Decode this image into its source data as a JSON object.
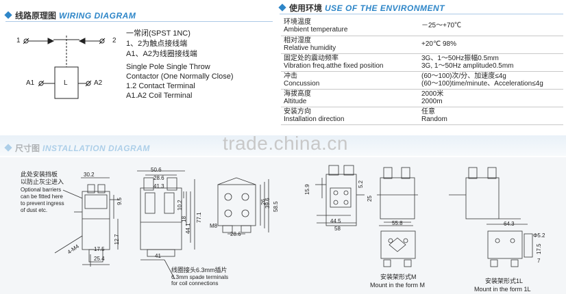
{
  "wiring": {
    "title_cn": "线路原理图",
    "title_en": "WIRING DIAGRAM",
    "terminal_1": "1",
    "terminal_2": "2",
    "terminal_a1": "A1",
    "terminal_a2": "A2",
    "coil_label": "L",
    "lines": [
      "一常闭(SPST 1NC)",
      "1、2为触点接线端",
      "A1、A2为线圈接线端",
      "Single Pole Single Throw",
      "Contactor (One Normally Close)",
      "1.2 Contact Terminal",
      "A1.A2 Coil Terminal"
    ]
  },
  "environment": {
    "title_cn": "使用环境",
    "title_en": "USE OF THE ENVIRONMENT",
    "rows": [
      {
        "k_cn": "环境温度",
        "k_en": "Ambient temperature",
        "v1": "－25～+70℃",
        "v2": ""
      },
      {
        "k_cn": "相对湿度",
        "k_en": "Relative humidity",
        "v1": "+20℃  98%",
        "v2": ""
      },
      {
        "k_cn": "固定处的震动频率",
        "k_en": "Vibration freq.atthe fixed position",
        "v1": "3G、1～50Hz振幅0.5mm",
        "v2": "3G, 1～50Hz amplitude0.5mm"
      },
      {
        "k_cn": "冲击",
        "k_en": "Concussion",
        "v1": "(60～100)次/分、加速度≤4g",
        "v2": "(60～100)time/minute、Acceleration≤4g"
      },
      {
        "k_cn": "海拔高度",
        "k_en": "Altitude",
        "v1": "2000米",
        "v2": "2000m"
      },
      {
        "k_cn": "安装方向",
        "k_en": "Installation direction",
        "v1": "任意",
        "v2": "Random"
      }
    ]
  },
  "install": {
    "title_cn": "尺寸图",
    "title_en": "INSTALLATION DIAGRAM"
  },
  "watermark": "trade.china.cn",
  "drawing": {
    "note_cn_1": "此处安装挡板",
    "note_cn_2": "以防止灰尘进入",
    "note_en_1": "Optional barriers",
    "note_en_2": "can be fitted here",
    "note_en_3": "to prevent ingress",
    "note_en_4": "of dust etc.",
    "coil_cn": "线圈接头6.3mm插片",
    "coil_en_1": "6.3mm spade terminals",
    "coil_en_2": "for coil connections",
    "form_m_cn": "安装架形式M",
    "form_m_en": "Mount in the form M",
    "form_1l_cn": "安装架形式1L",
    "form_1l_en": "Mount in the form 1L",
    "dims": {
      "d30_2": "30.2",
      "d9_5": "9.5",
      "d12_7": "12.7",
      "d17_5": "17.5",
      "d25_4": "25.4",
      "d4m4": "4-M4",
      "d50_6": "50.6",
      "d28_6": "28.6",
      "d41_3": "41.3",
      "d10_2": "10.2",
      "d18": "18",
      "d44_1": "44.1",
      "d77_1": "77.1",
      "d41": "41",
      "d26": "26",
      "d39_6": "39.6",
      "d58_5": "58.5",
      "dm8": "M8",
      "d28_6b": "28.6",
      "d15_9": "15.9",
      "d5_2": "5.2",
      "d25": "25",
      "d44_5": "44.5",
      "d58": "58",
      "d55_8": "55.8",
      "d64_3": "64.3",
      "dphi5_2": "Φ5.2",
      "d17_5b": "17.5",
      "d7": "7"
    }
  }
}
